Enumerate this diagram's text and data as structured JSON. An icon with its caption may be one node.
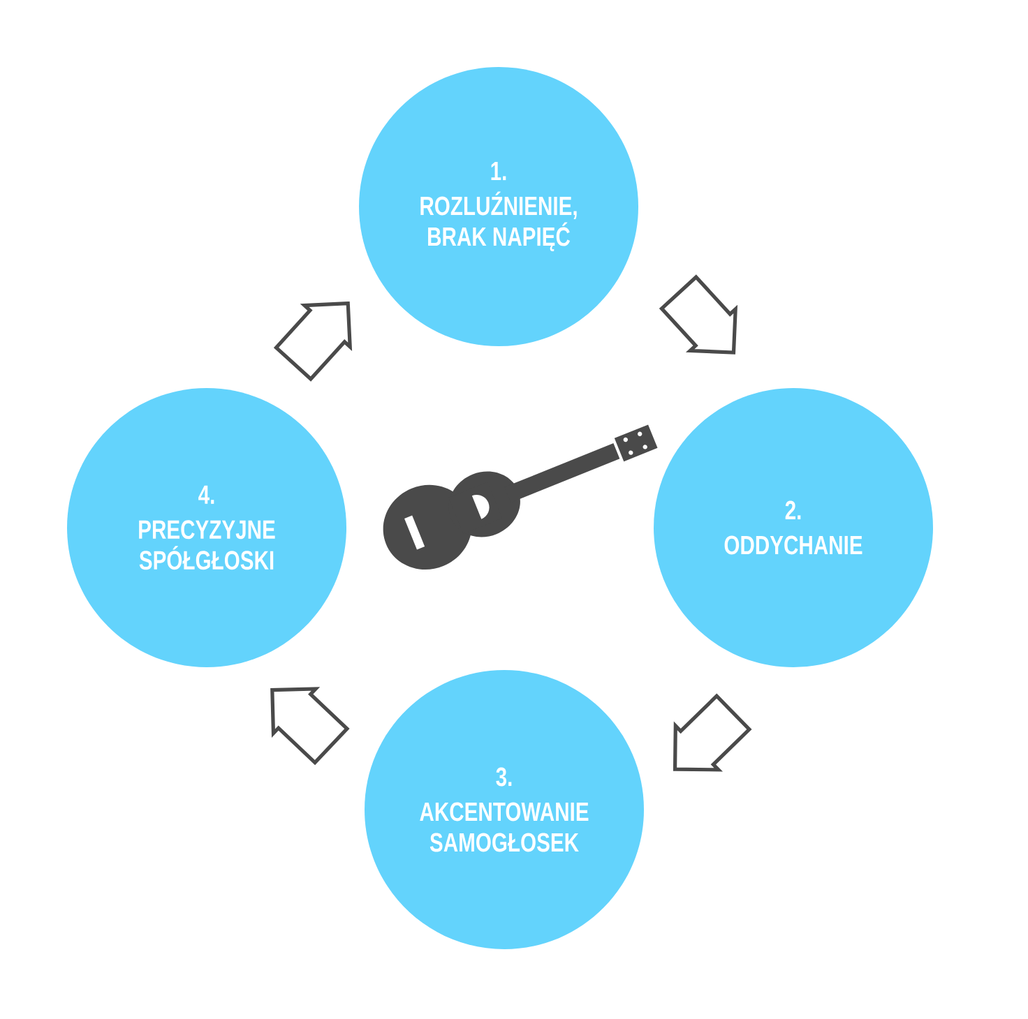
{
  "diagram": {
    "nodes": [
      {
        "text": [
          "1.",
          "ROZLUŹNIENIE, BRAK NAPIĘĆ"
        ]
      },
      {
        "text": [
          "2.",
          "ODDYCHANIE"
        ]
      },
      {
        "text": [
          "3.",
          "AKCENTOWANIE SAMOGŁOSEK"
        ]
      },
      {
        "text": [
          "4.",
          "PRECYZYJNE SPÓŁGŁOSKI"
        ]
      }
    ],
    "edges": [
      {
        "from": 0,
        "to": 1,
        "arrow": "to"
      },
      {
        "from": 1,
        "to": 2,
        "arrow": "to"
      },
      {
        "from": 2,
        "to": 3,
        "arrow": "to"
      },
      {
        "from": 3,
        "to": 0,
        "arrow": "to"
      }
    ]
  }
}
